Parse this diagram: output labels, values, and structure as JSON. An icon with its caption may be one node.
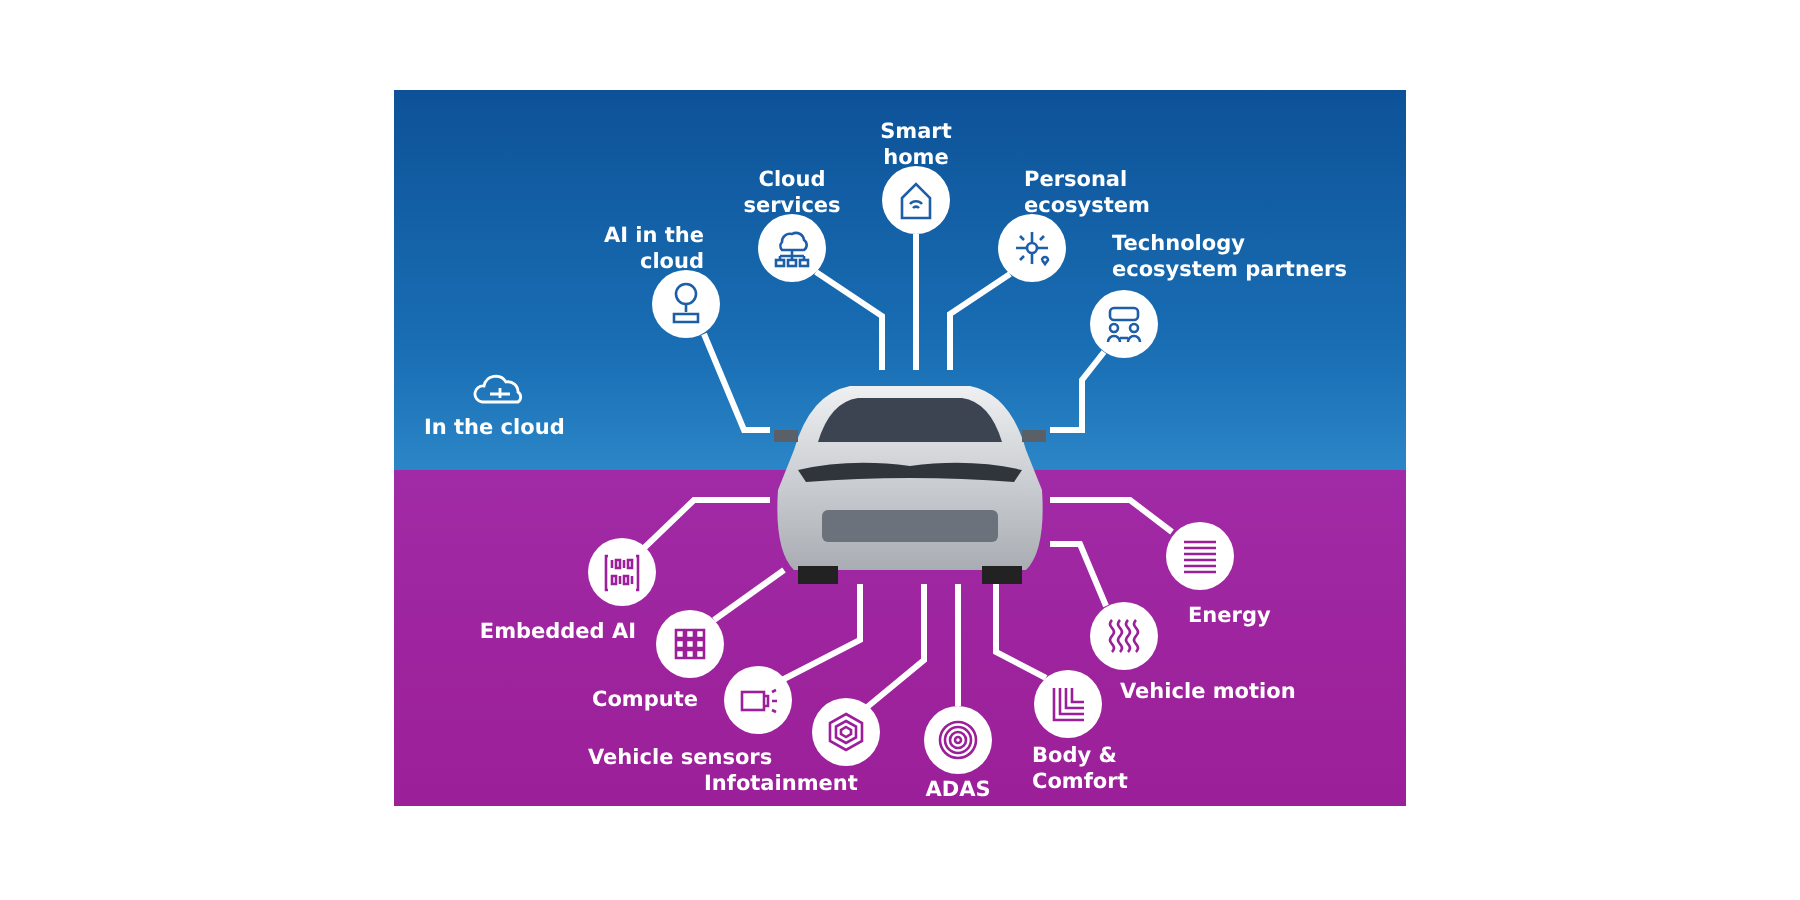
{
  "diagram": {
    "nodes": [
      {
        "text": [],
        "shape": "picture"
      },
      {
        "text": [
          "AI in the cloud"
        ]
      },
      {
        "text": [
          "Cloud services"
        ]
      },
      {
        "text": [
          "Smart home"
        ]
      },
      {
        "text": [
          "Personal ecosystem"
        ]
      },
      {
        "text": [
          "Technology ecosystem partners"
        ]
      },
      {
        "text": [
          "Embedded AI"
        ]
      },
      {
        "text": [
          "Compute"
        ]
      },
      {
        "text": [
          "Vehicle sensors"
        ]
      },
      {
        "text": [
          "Infotainment"
        ]
      },
      {
        "text": [
          "ADAS"
        ]
      },
      {
        "text": [
          "Body & Comfort"
        ]
      },
      {
        "text": [
          "Vehicle motion"
        ]
      },
      {
        "text": [
          "Energy"
        ]
      }
    ],
    "edges": [
      {
        "from": 0,
        "to": 1,
        "arrow": "none"
      },
      {
        "from": 0,
        "to": 2,
        "arrow": "none"
      },
      {
        "from": 0,
        "to": 3,
        "arrow": "none"
      },
      {
        "from": 0,
        "to": 4,
        "arrow": "none"
      },
      {
        "from": 0,
        "to": 5,
        "arrow": "none"
      },
      {
        "from": 0,
        "to": 6,
        "arrow": "none"
      },
      {
        "from": 0,
        "to": 7,
        "arrow": "none"
      },
      {
        "from": 0,
        "to": 8,
        "arrow": "none"
      },
      {
        "from": 0,
        "to": 9,
        "arrow": "none"
      },
      {
        "from": 0,
        "to": 10,
        "arrow": "none"
      },
      {
        "from": 0,
        "to": 11,
        "arrow": "none"
      },
      {
        "from": 0,
        "to": 12,
        "arrow": "none"
      },
      {
        "from": 0,
        "to": 13,
        "arrow": "none"
      }
    ],
    "labels": [
      "In the cloud"
    ]
  }
}
